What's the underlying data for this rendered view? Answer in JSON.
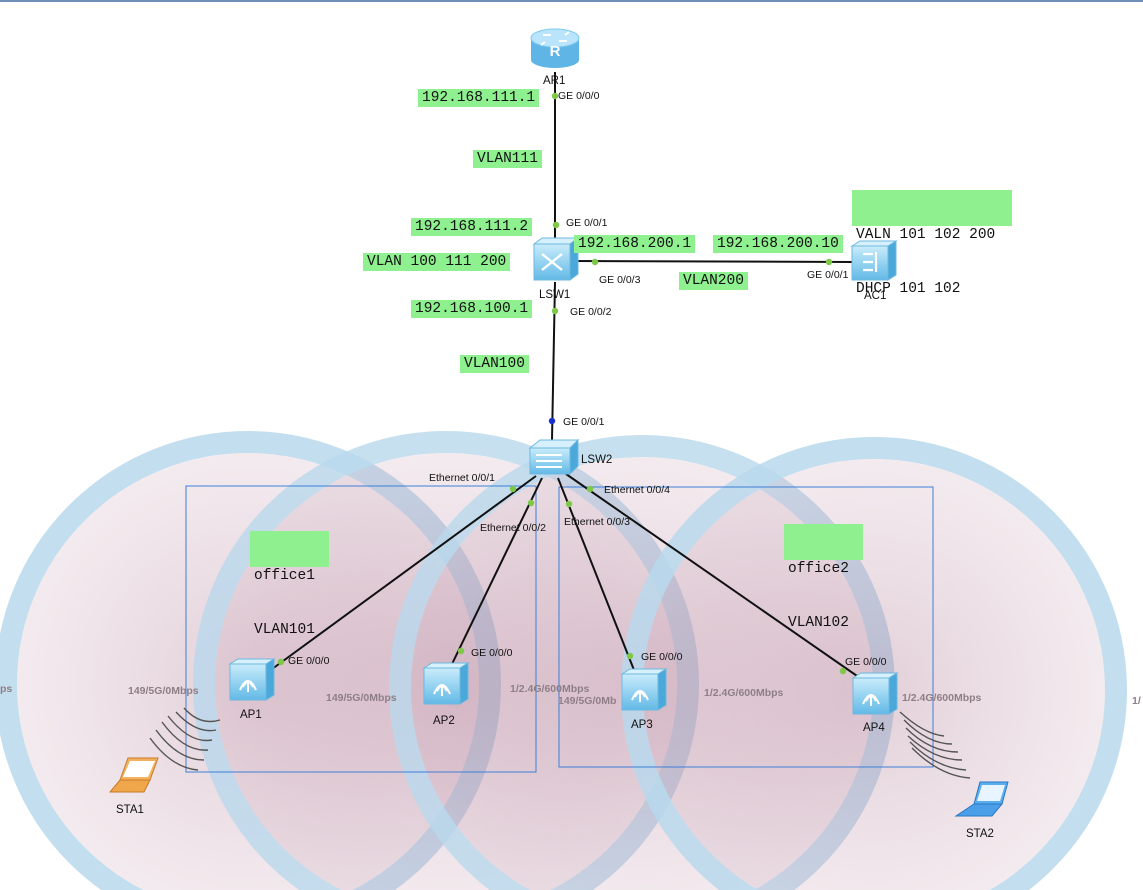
{
  "devices": {
    "ar1": "AR1",
    "lsw1": "LSW1",
    "ac1": "AC1",
    "lsw2": "LSW2",
    "ap1": "AP1",
    "ap2": "AP2",
    "ap3": "AP3",
    "ap4": "AP4",
    "sta1": "STA1",
    "sta2": "STA2"
  },
  "ports": {
    "ar1_ge000": "GE 0/0/0",
    "lsw1_ge001": "GE 0/0/1",
    "lsw1_ge003": "GE 0/0/3",
    "lsw1_ge002": "GE 0/0/2",
    "ac1_ge001": "GE 0/0/1",
    "lsw2_ge001": "GE 0/0/1",
    "lsw2_eth001": "Ethernet 0/0/1",
    "lsw2_eth002": "Ethernet 0/0/2",
    "lsw2_eth003": "Ethernet 0/0/3",
    "lsw2_eth004": "Ethernet 0/0/4",
    "ap1_ge000": "GE 0/0/0",
    "ap2_ge000": "GE 0/0/0",
    "ap3_ge000": "GE 0/0/0",
    "ap4_ge000": "GE 0/0/0"
  },
  "rates": {
    "ap1_left": "149/5G/0Mbps",
    "ap1_right": "149/5G/0Mbps",
    "ap2_right": "1/2.4G/600Mbps",
    "ap3_overlap": "149/5G/0Mb",
    "ap3_right": "1/2.4G/600Mbps",
    "ap4_right": "1/2.4G/600Mbps",
    "left_edge": "ps",
    "right_edge": "1/"
  },
  "labels": {
    "ar1_ip": "192.168.111.1",
    "vlan111": "VLAN111",
    "lsw1_ip_up": "192.168.111.2",
    "lsw1_ip_ac": "192.168.200.1",
    "lsw1_vlans": "VLAN 100 111 200",
    "ac1_ip": "192.168.200.10",
    "ac1_vlan": "VALN 101 102 200",
    "ac1_dhcp": "DHCP 101 102",
    "vlan200": "VLAN200",
    "lsw1_ip_down": "192.168.100.1",
    "vlan100": "VLAN100",
    "office1_name": "office1",
    "office1_vlan": "VLAN101",
    "office2_name": "office2",
    "office2_vlan": "VLAN102"
  },
  "colors": {
    "label_bg": "#8ff08f",
    "device_blue": "#7ecbf0",
    "coverage_ring": "#b9d8ec",
    "coverage_fill": "#d5b6c6",
    "office_border": "#3d7fd8",
    "link": "#111111",
    "port_dot": "#7ec848",
    "port_dot_blue": "#1a2fd0",
    "laptop_orange": "#f0a64a",
    "laptop_blue": "#4a9fe8"
  },
  "icons": {
    "router": "router-icon",
    "switch": "switch-icon",
    "ac": "access-controller-icon",
    "ap": "wireless-ap-icon",
    "laptop": "laptop-icon",
    "signal": "wifi-signal-icon"
  }
}
